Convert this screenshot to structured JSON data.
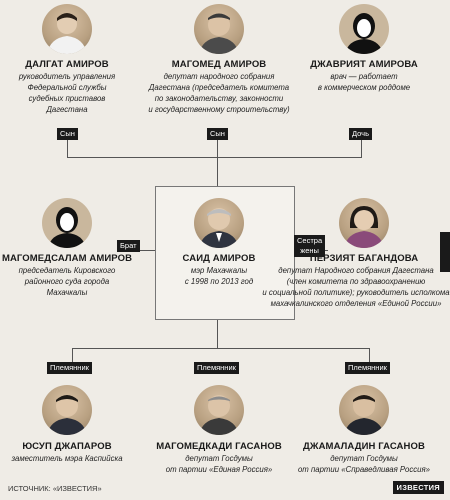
{
  "people": {
    "dalgat": {
      "name": "ДАЛГАТ АМИРОВ",
      "desc": "руководитель управления\nФедеральной службы\nсудебных приставов\nДагестана"
    },
    "magomed": {
      "name": "МАГОМЕД АМИРОВ",
      "desc": "депутат народного собрания\nДагестана (председатель комитета\nпо законодательству, законности\nи государственному строительству)"
    },
    "dzhavriyat": {
      "name": "ДЖАВРИЯТ АМИРОВА",
      "desc": "врач — работает\nв коммерческом роддоме"
    },
    "magomedsalam": {
      "name": "МАГОМЕДСАЛАМ АМИРОВ",
      "desc": "председатель Кировского\nрайонного суда города\nМахачкалы"
    },
    "said": {
      "name": "САИД АМИРОВ",
      "desc": "мэр Махачкалы\nс 1998 по 2013 год"
    },
    "perzyat": {
      "name": "ПЕРЗИЯТ БАГАНДОВА",
      "desc": "депутат Народного собрания Дагестана\n(член комитета по здравоохранению\nи социальной политике); руководитель исполкома\nмахачкалинского отделения «Единой России»"
    },
    "yusup": {
      "name": "ЮСУП ДЖАПАРОВ",
      "desc": "заместитель мэра Каспийска"
    },
    "magomedkadi": {
      "name": "МАГОМЕДКАДИ ГАСАНОВ",
      "desc": "депутат Госдумы\nот партии «Единая Россия»"
    },
    "dzhamaladin": {
      "name": "ДЖАМАЛАДИН ГАСАНОВ",
      "desc": "депутат Госдумы\nот партии «Справедливая Россия»"
    }
  },
  "relations": {
    "son1": "Сын",
    "son2": "Сын",
    "daughter": "Дочь",
    "brother": "Брат",
    "sister": "Сестра\nжены",
    "nephew1": "Племянник",
    "nephew2": "Племянник",
    "nephew3": "Племянник"
  },
  "footer": {
    "source": "ИСТОЧНИК: «ИЗВЕСТИЯ»",
    "logo": "ИЗВЕСТИЯ"
  },
  "colors": {
    "background": "#efece6",
    "tag": "#1a1a1a",
    "line": "#555555",
    "placeholder": "#c9b79d"
  },
  "icons": {
    "photo": "person-photo-icon",
    "placeholder": "silhouette-icon"
  }
}
